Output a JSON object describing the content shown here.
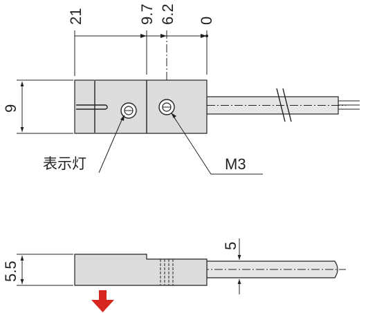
{
  "top_view": {
    "dim_21": "21",
    "dim_9_7": "9.7",
    "dim_6_2": "6.2",
    "dim_0": "0",
    "dim_height_9": "9",
    "indicator_label": "表示灯",
    "screw_label": "M3"
  },
  "side_view": {
    "dim_height_5_5": "5.5",
    "dim_cable_5": "5"
  },
  "colors": {
    "body_fill": "#dcdcdc",
    "line": "#231f20",
    "arrow": "#d7261e"
  }
}
